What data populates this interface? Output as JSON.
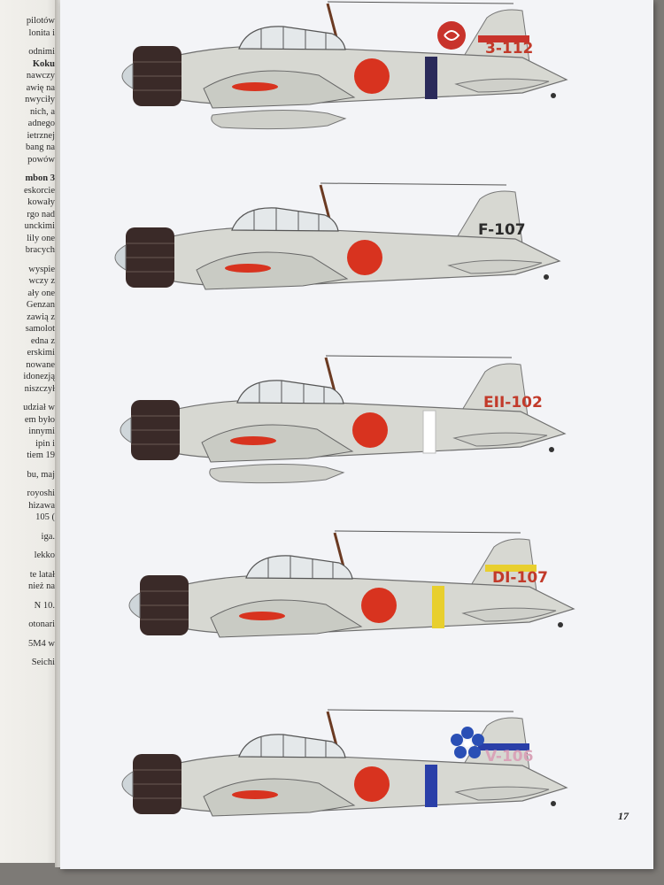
{
  "left_page": {
    "lines": [
      "pilotów",
      "lonita i",
      "",
      "odnimi",
      "Koku",
      "nawczy",
      "awię na",
      "nwyciły",
      "nich, a",
      "adnego",
      "ietrznej",
      "bang na",
      "powów",
      "",
      "mbon 3",
      "eskorcie",
      "kowały",
      "rgo nad",
      "unckimi",
      "lily one",
      "bracych",
      "",
      "wyspie",
      "wczy z",
      "ały one",
      "Genzan",
      "zawią z",
      "samolot",
      "edna z",
      "erskimi",
      "nowane",
      "idonezją",
      "niszczył",
      "",
      "udział w",
      "em było",
      "innymi",
      "ipin i",
      "tiem 19",
      "",
      "bu, maj",
      "",
      "royoshi",
      "hizawa",
      "105 (",
      "",
      "iga.",
      "",
      "lekko",
      "",
      "te latał",
      "nież na",
      "",
      "N 10.",
      "",
      "otonari",
      "",
      "5M4 w",
      "",
      "Seichi"
    ]
  },
  "page_number": "17",
  "aircraft": [
    {
      "tail_code": "3-112",
      "code_color": "#c23a2a",
      "band_color": "#2a2a5a",
      "fin_band": "#c8332b",
      "fin_emblem": "red-swirl-emblem",
      "drop_tank": true
    },
    {
      "tail_code": "F-107",
      "code_color": "#2b2b2b",
      "band_color": "",
      "fin_band": "",
      "fin_emblem": "",
      "drop_tank": false
    },
    {
      "tail_code": "EII-102",
      "code_color": "#c23a2a",
      "band_color": "#ffffff",
      "fin_band": "",
      "fin_emblem": "",
      "drop_tank": true
    },
    {
      "tail_code": "DI-107",
      "code_color": "#c23a2a",
      "band_color": "#e8cf2e",
      "fin_band": "#e8cf2e",
      "fin_emblem": "",
      "drop_tank": false
    },
    {
      "tail_code": "V-106",
      "code_color": "#d9a3b8",
      "band_color": "#2a3fa8",
      "fin_band": "#2a3fa8",
      "fin_emblem": "blue-flower-emblem",
      "drop_tank": false
    }
  ],
  "colors": {
    "hinomaru": "#d8331f",
    "airframe": "#d7d8d2",
    "cowling": "#3a2a28",
    "page": "#f3f4f7"
  }
}
